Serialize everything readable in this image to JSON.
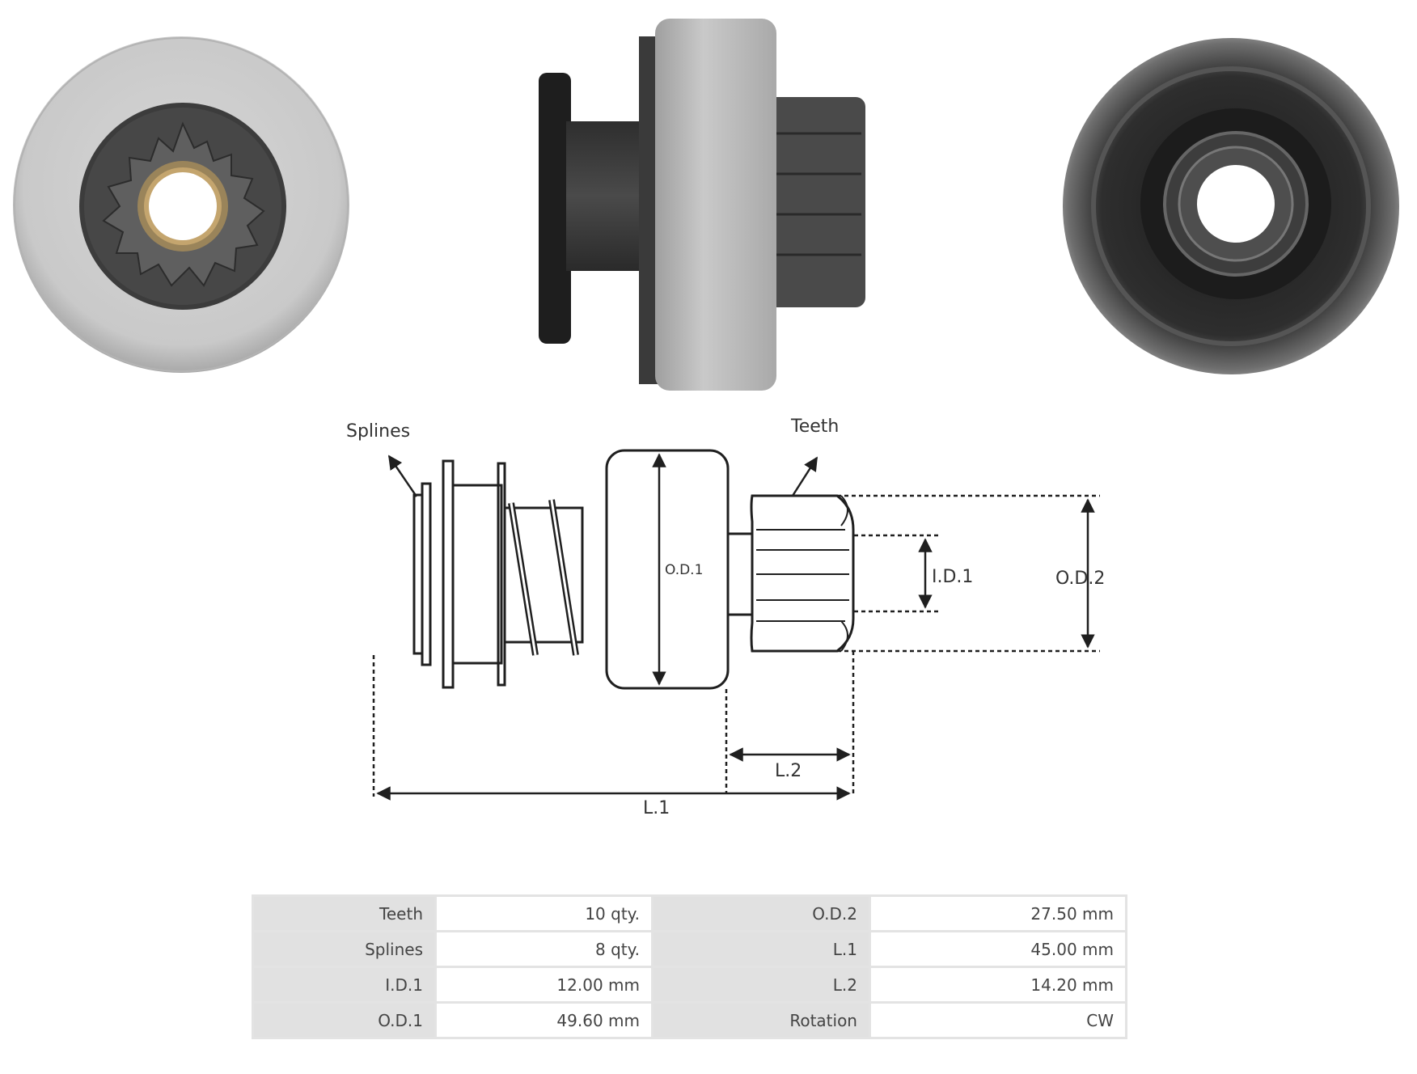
{
  "diagram": {
    "labels": {
      "splines": "Splines",
      "teeth": "Teeth",
      "od1": "O.D.1",
      "id1": "I.D.1",
      "od2": "O.D.2",
      "l2": "L.2",
      "l1": "L.1"
    }
  },
  "specs": {
    "rows": [
      {
        "k1": "Teeth",
        "v1": "10 qty.",
        "k2": "O.D.2",
        "v2": "27.50 mm"
      },
      {
        "k1": "Splines",
        "v1": "8 qty.",
        "k2": "L.1",
        "v2": "45.00 mm"
      },
      {
        "k1": "I.D.1",
        "v1": "12.00 mm",
        "k2": "L.2",
        "v2": "14.20 mm"
      },
      {
        "k1": "O.D.1",
        "v1": "49.60 mm",
        "k2": "Rotation",
        "v2": "CW"
      }
    ]
  }
}
